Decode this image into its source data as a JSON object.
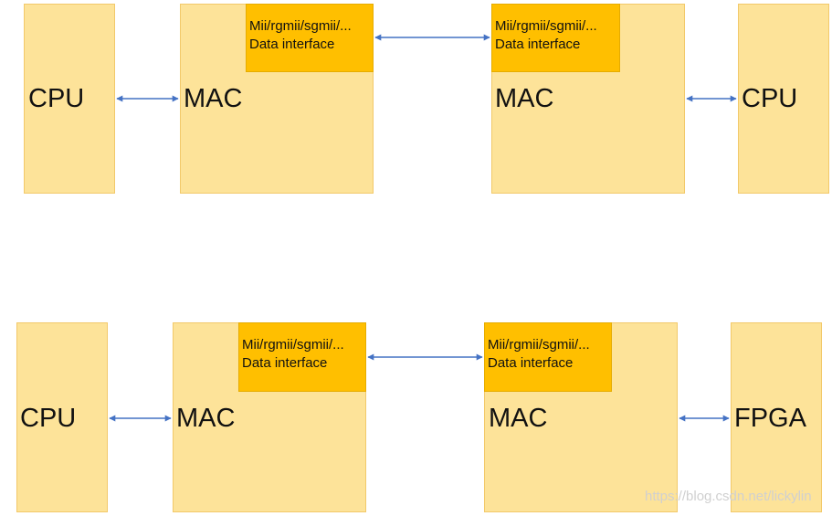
{
  "colors": {
    "block_fill": "#fde399",
    "block_border": "#f2c96a",
    "interface_fill": "#ffbf00",
    "arrow": "#4472c4"
  },
  "diagrams": [
    {
      "left_block": "CPU",
      "mac_left": {
        "label": "MAC",
        "interface_line1": "Mii/rgmii/sgmii/...",
        "interface_line2": "Data interface"
      },
      "mac_right": {
        "label": "MAC",
        "interface_line1": "Mii/rgmii/sgmii/...",
        "interface_line2": "Data interface"
      },
      "right_block": "CPU"
    },
    {
      "left_block": "CPU",
      "mac_left": {
        "label": "MAC",
        "interface_line1": "Mii/rgmii/sgmii/...",
        "interface_line2": "Data interface"
      },
      "mac_right": {
        "label": "MAC",
        "interface_line1": "Mii/rgmii/sgmii/...",
        "interface_line2": "Data interface"
      },
      "right_block": "FPGA"
    }
  ],
  "watermark": "https://blog.csdn.net/lickylin"
}
